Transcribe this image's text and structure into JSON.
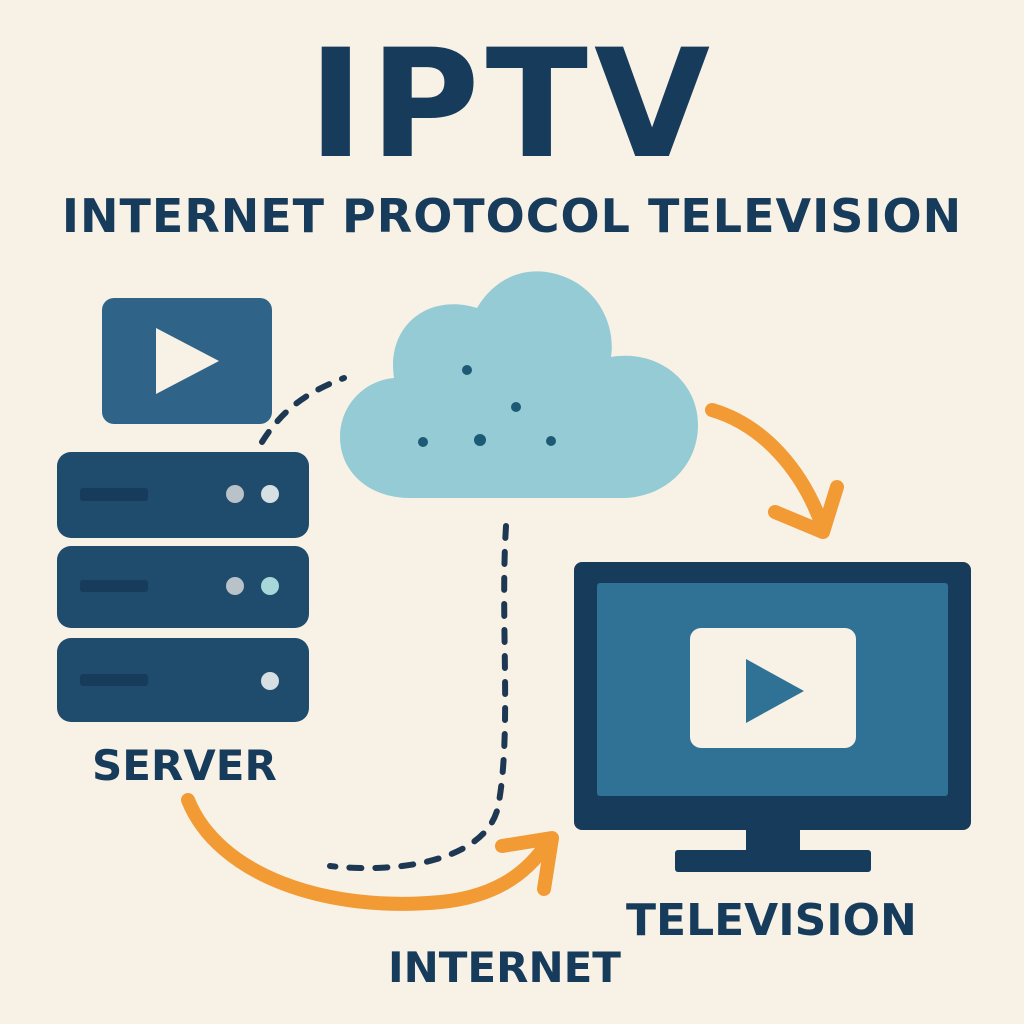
{
  "header": {
    "title": "IPTV",
    "subtitle": "INTERNET PROTOCOL TELEVISION"
  },
  "labels": {
    "server": "SERVER",
    "television": "TELEVISION",
    "internet": "INTERNET"
  },
  "icons": [
    "play-video-icon",
    "server-rack-icon",
    "cloud-icon",
    "television-icon",
    "television-play-icon"
  ],
  "colors": {
    "background": "#f8f1e6",
    "navy": "#173b5b",
    "server_blue": "#1f4c6d",
    "cloud": "#95cbd4",
    "tv_frame": "#173b5b",
    "tv_screen": "#2f7295",
    "arrow": "#f29a34",
    "dots": "#1d5a76"
  }
}
